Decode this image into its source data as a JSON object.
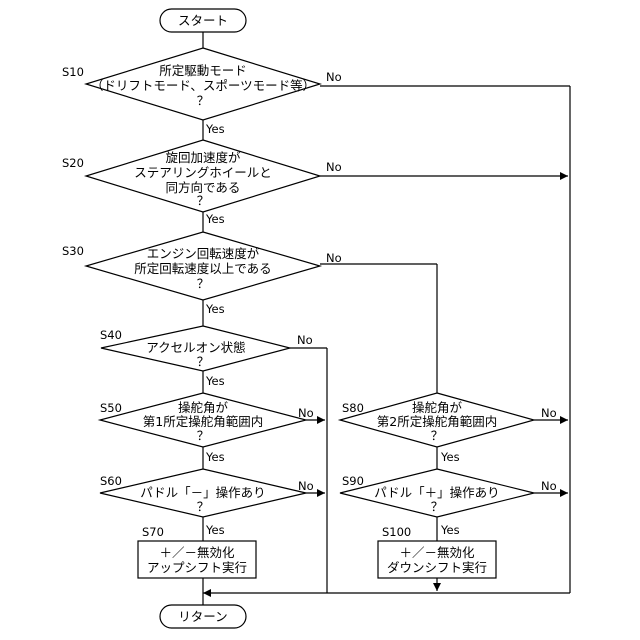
{
  "nodes": {
    "start": "スタート",
    "s10": {
      "id": "S10",
      "lines": [
        "所定駆動モード",
        "（ドリフトモード、スポーツモード等）",
        "？"
      ]
    },
    "s20": {
      "id": "S20",
      "lines": [
        "旋回加速度が",
        "ステアリングホイールと",
        "同方向である",
        "？"
      ]
    },
    "s30": {
      "id": "S30",
      "lines": [
        "エンジン回転速度が",
        "所定回転速度以上である",
        "？"
      ]
    },
    "s40": {
      "id": "S40",
      "lines": [
        "アクセルオン状態",
        "？"
      ]
    },
    "s50": {
      "id": "S50",
      "lines": [
        "操舵角が",
        "第1所定操舵角範囲内",
        "？"
      ]
    },
    "s60": {
      "id": "S60",
      "lines": [
        "パドル「－」操作あり",
        "？"
      ]
    },
    "s70": {
      "id": "S70",
      "lines": [
        "＋／－無効化",
        "アップシフト実行"
      ]
    },
    "s80": {
      "id": "S80",
      "lines": [
        "操舵角が",
        "第2所定操舵角範囲内",
        "？"
      ]
    },
    "s90": {
      "id": "S90",
      "lines": [
        "パドル「＋」操作あり",
        "？"
      ]
    },
    "s100": {
      "id": "S100",
      "lines": [
        "＋／－無効化",
        "ダウンシフト実行"
      ]
    },
    "return": "リターン"
  },
  "edge_labels": {
    "yes": "Yes",
    "no": "No"
  }
}
